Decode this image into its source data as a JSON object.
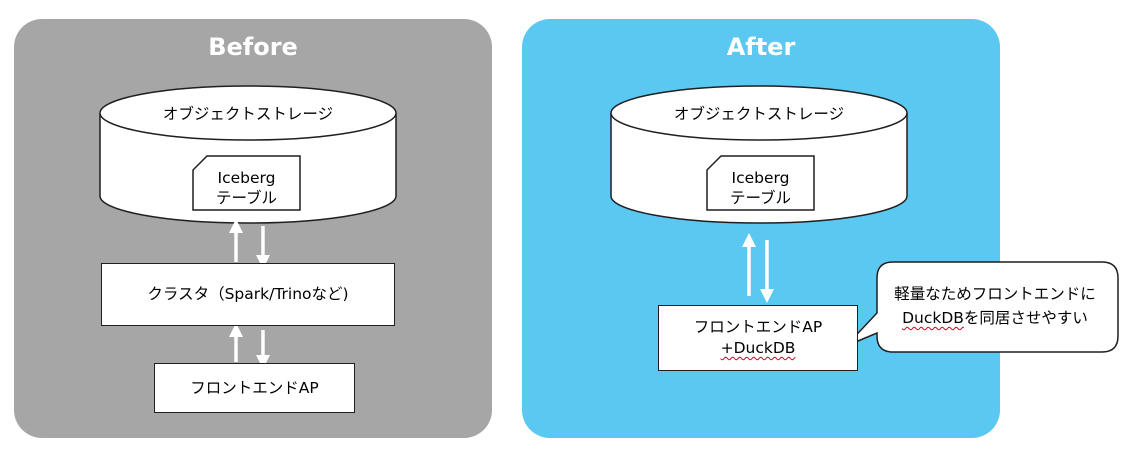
{
  "before": {
    "title": "Before",
    "storage_label": "オブジェクトストレージ",
    "table_line1": "Iceberg",
    "table_line2": "テーブル",
    "cluster_label": "クラスタ（Spark/Trinoなど)",
    "frontend_label": "フロントエンドAP"
  },
  "after": {
    "title": "After",
    "storage_label": "オブジェクトストレージ",
    "table_line1": "Iceberg",
    "table_line2": "テーブル",
    "frontend_line1": "フロントエンドAP",
    "frontend_line2": "+DuckDB",
    "callout_line1": "軽量なためフロントエンドに",
    "callout_line2_underlined": "DuckDB",
    "callout_line2_rest": "を同居させやすい"
  },
  "colors": {
    "before_panel": "#a6a6a6",
    "after_panel": "#5bc8f1",
    "arrow": "#ffffff",
    "outline": "#1f1f1f"
  }
}
